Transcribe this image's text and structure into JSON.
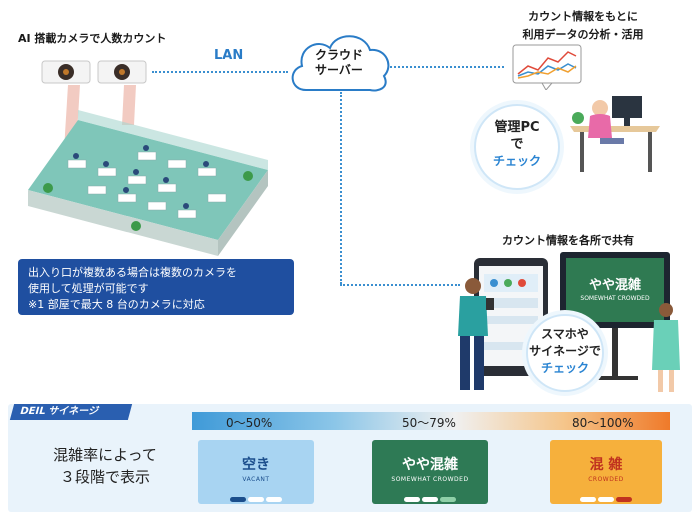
{
  "labels": {
    "camera_title": "AI 搭載カメラで人数カウント",
    "lan": "LAN",
    "cloud_line1": "クラウド",
    "cloud_line2": "サーバー",
    "analysis_line1": "カウント情報をもとに",
    "analysis_line2": "利用データの分析・活用",
    "share_title": "カウント情報を各所で共有"
  },
  "note_lines": [
    "出入り口が複数ある場合は複数のカメラを",
    "使用して処理が可能です",
    "※1 部屋で最大 8 台のカメラに対応"
  ],
  "pc_check": {
    "line1": "管理PC",
    "line2": "で",
    "line3": "チェック"
  },
  "phone_check": {
    "line1": "スマホや",
    "line2": "サイネージで",
    "line3": "チェック"
  },
  "signage_screen": {
    "label": "やや混雑",
    "sub": "SOMEWHAT CROWDED"
  },
  "bottom": {
    "brand": "DEIL サイネージ",
    "desc_line1": "混雑率によって",
    "desc_line2": "３段階で表示",
    "ranges": [
      "0〜50%",
      "50〜79%",
      "80〜100%"
    ],
    "levels": [
      {
        "label": "空き",
        "sub": "VACANT",
        "bg": "#a8d4f2",
        "fg": "#1b4e8c"
      },
      {
        "label": "やや混雑",
        "sub": "SOMEWHAT CROWDED",
        "bg": "#2e7a55",
        "fg": "#ffffff"
      },
      {
        "label": "混 雑",
        "sub": "CROWDED",
        "bg": "#f6b03c",
        "fg": "#c0321f"
      }
    ]
  },
  "colors": {
    "accent": "#2a7cc7",
    "note_bg": "#1f4fa0"
  }
}
